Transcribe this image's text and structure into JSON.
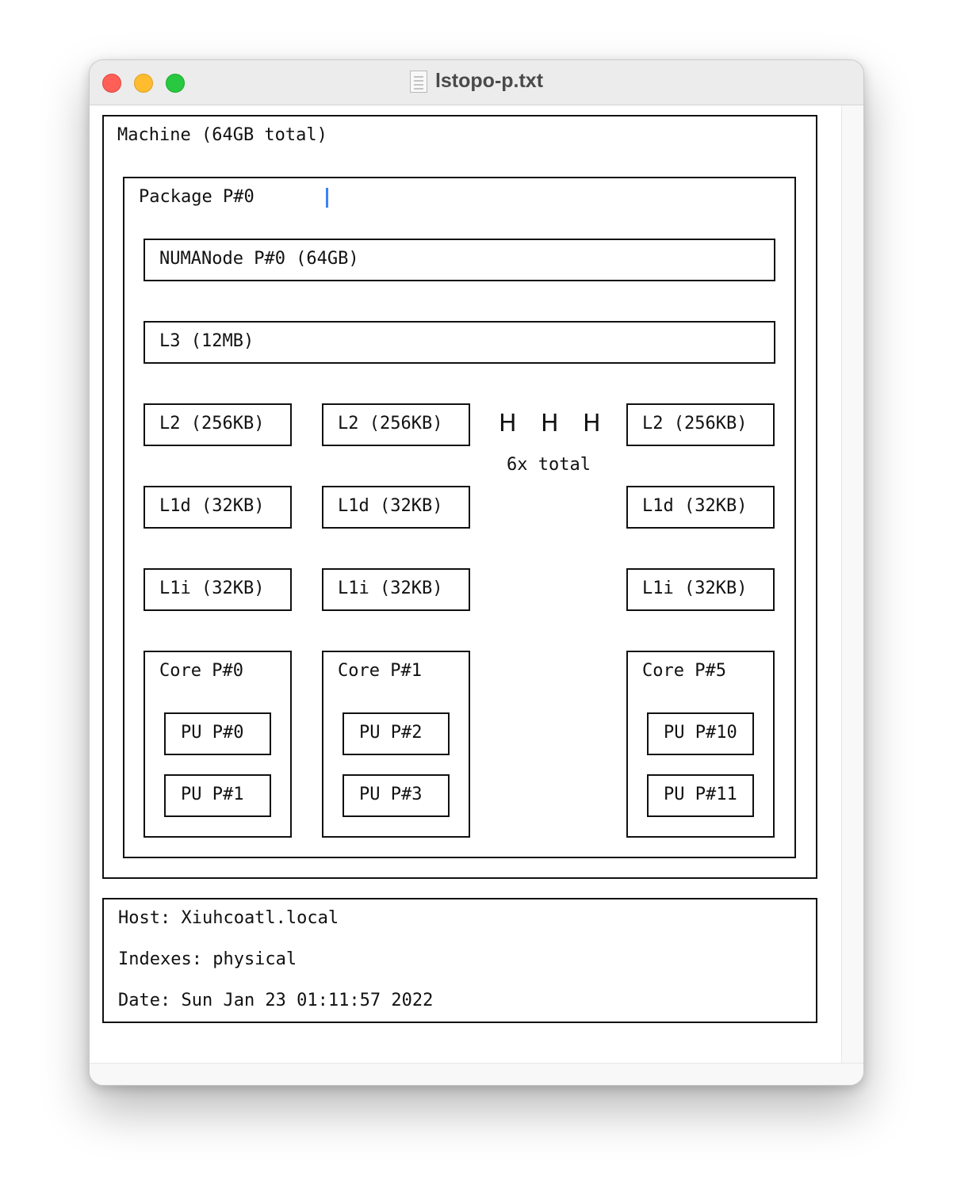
{
  "window": {
    "title": "lstopo-p.txt",
    "icon": "text-document-icon"
  },
  "topology": {
    "machine": "Machine (64GB total)",
    "package": "Package P#0",
    "numa": "NUMANode P#0 (64GB)",
    "l3": "L3 (12MB)",
    "l2": [
      "L2 (256KB)",
      "L2 (256KB)",
      "L2 (256KB)"
    ],
    "l1d": [
      "L1d (32KB)",
      "L1d (32KB)",
      "L1d (32KB)"
    ],
    "l1i": [
      "L1i (32KB)",
      "L1i (32KB)",
      "L1i (32KB)"
    ],
    "cores": [
      {
        "label": "Core P#0",
        "pus": [
          "PU P#0",
          "PU P#1"
        ]
      },
      {
        "label": "Core P#1",
        "pus": [
          "PU P#2",
          "PU P#3"
        ]
      },
      {
        "label": "Core P#5",
        "pus": [
          "PU P#10",
          "PU P#11"
        ]
      }
    ],
    "ellipsis_marks": [
      "H",
      "H",
      "H"
    ],
    "total_label": "6x total"
  },
  "info": {
    "host": "Host: Xiuhcoatl.local",
    "indexes": "Indexes: physical",
    "date": "Date: Sun Jan 23 01:11:57 2022"
  },
  "colors": {
    "close": "#ff5f57",
    "minimize": "#febc2e",
    "maximize": "#28c840",
    "caret": "#3b82f6"
  }
}
